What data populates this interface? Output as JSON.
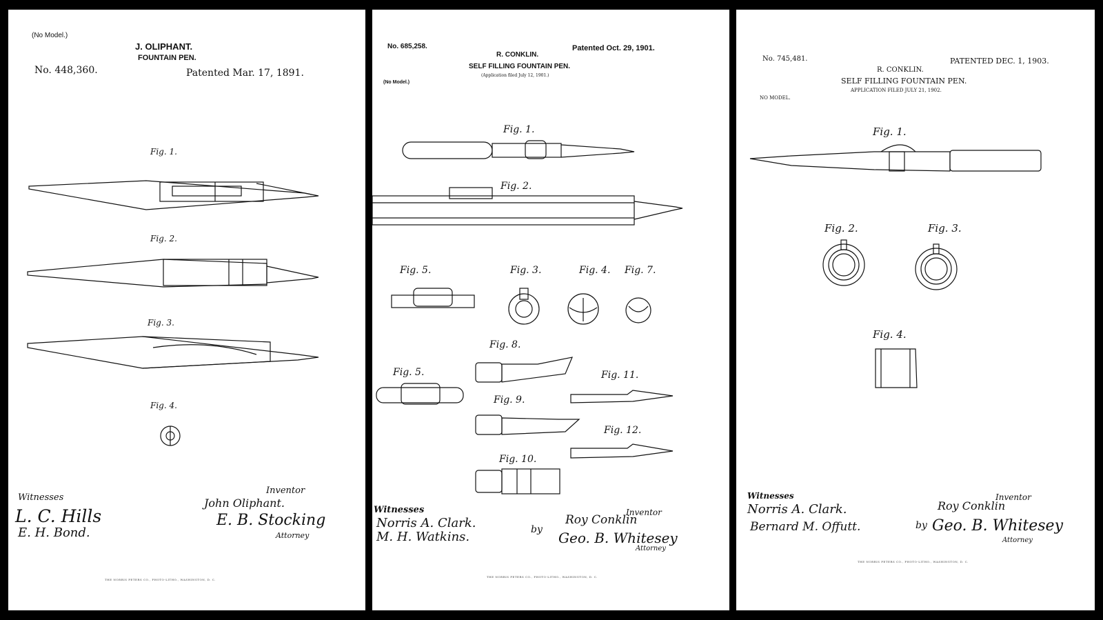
{
  "sheets": [
    {
      "model_note": "(No Model.)",
      "inventor_name": "J. OLIPHANT.",
      "title": "FOUNTAIN PEN.",
      "patent_no": "No. 448,360.",
      "patented": "Patented Mar. 17, 1891.",
      "witnesses_label": "Witnesses",
      "witness_1": "L. C. Hills",
      "witness_2": "E. H. Bond.",
      "inventor_label": "Inventor",
      "inventor_sig": "John Oliphant.",
      "attorney_sig": "E. B. Stocking",
      "attorney_label": "Attorney",
      "footer": "THE NORRIS PETERS CO., PHOTO-LITHO., WASHINGTON, D. C."
    },
    {
      "model_note": "(No Model.)",
      "inventor_name": "R. CONKLIN.",
      "title": "SELF FILLING FOUNTAIN PEN.",
      "application": "(Application filed July 12, 1901.)",
      "patent_no": "No. 685,258.",
      "patented": "Patented Oct. 29, 1901.",
      "witnesses_label": "Witnesses",
      "witness_1": "Norris A. Clark.",
      "witness_2": "M. H. Watkins.",
      "inventor_label": "Inventor",
      "inventor_sig": "Roy Conklin",
      "by": "by",
      "attorney_sig": "Geo. B. Whitesey",
      "attorney_label": "Attorney",
      "footer": "THE NORRIS PETERS CO., PHOTO-LITHO., WASHINGTON, D. C."
    },
    {
      "model_note": "NO MODEL.",
      "inventor_name": "R. CONKLIN.",
      "title": "SELF FILLING FOUNTAIN PEN.",
      "application": "APPLICATION FILED JULY 21, 1902.",
      "patent_no": "No. 745,481.",
      "patented": "PATENTED DEC. 1, 1903.",
      "witnesses_label": "Witnesses",
      "witness_1": "Norris A. Clark.",
      "witness_2": "Bernard M. Offutt.",
      "inventor_label": "Inventor",
      "inventor_sig": "Roy Conklin",
      "by": "by",
      "attorney_sig": "Geo. B. Whitesey",
      "attorney_label": "Attorney",
      "footer": "THE NORRIS PETERS CO., PHOTO-LITHO., WASHINGTON, D. C."
    }
  ],
  "figure_labels": {
    "s1": [
      "Fig. 1.",
      "Fig. 2.",
      "Fig. 3.",
      "Fig. 4."
    ],
    "s2": [
      "Fig. 1.",
      "Fig. 2.",
      "Fig. 3.",
      "Fig. 4.",
      "Fig. 5.",
      "Fig. 5.",
      "Fig. 7.",
      "Fig. 8.",
      "Fig. 9.",
      "Fig. 10.",
      "Fig. 11.",
      "Fig. 12."
    ],
    "s3": [
      "Fig. 1.",
      "Fig. 2.",
      "Fig. 3.",
      "Fig. 4."
    ]
  }
}
